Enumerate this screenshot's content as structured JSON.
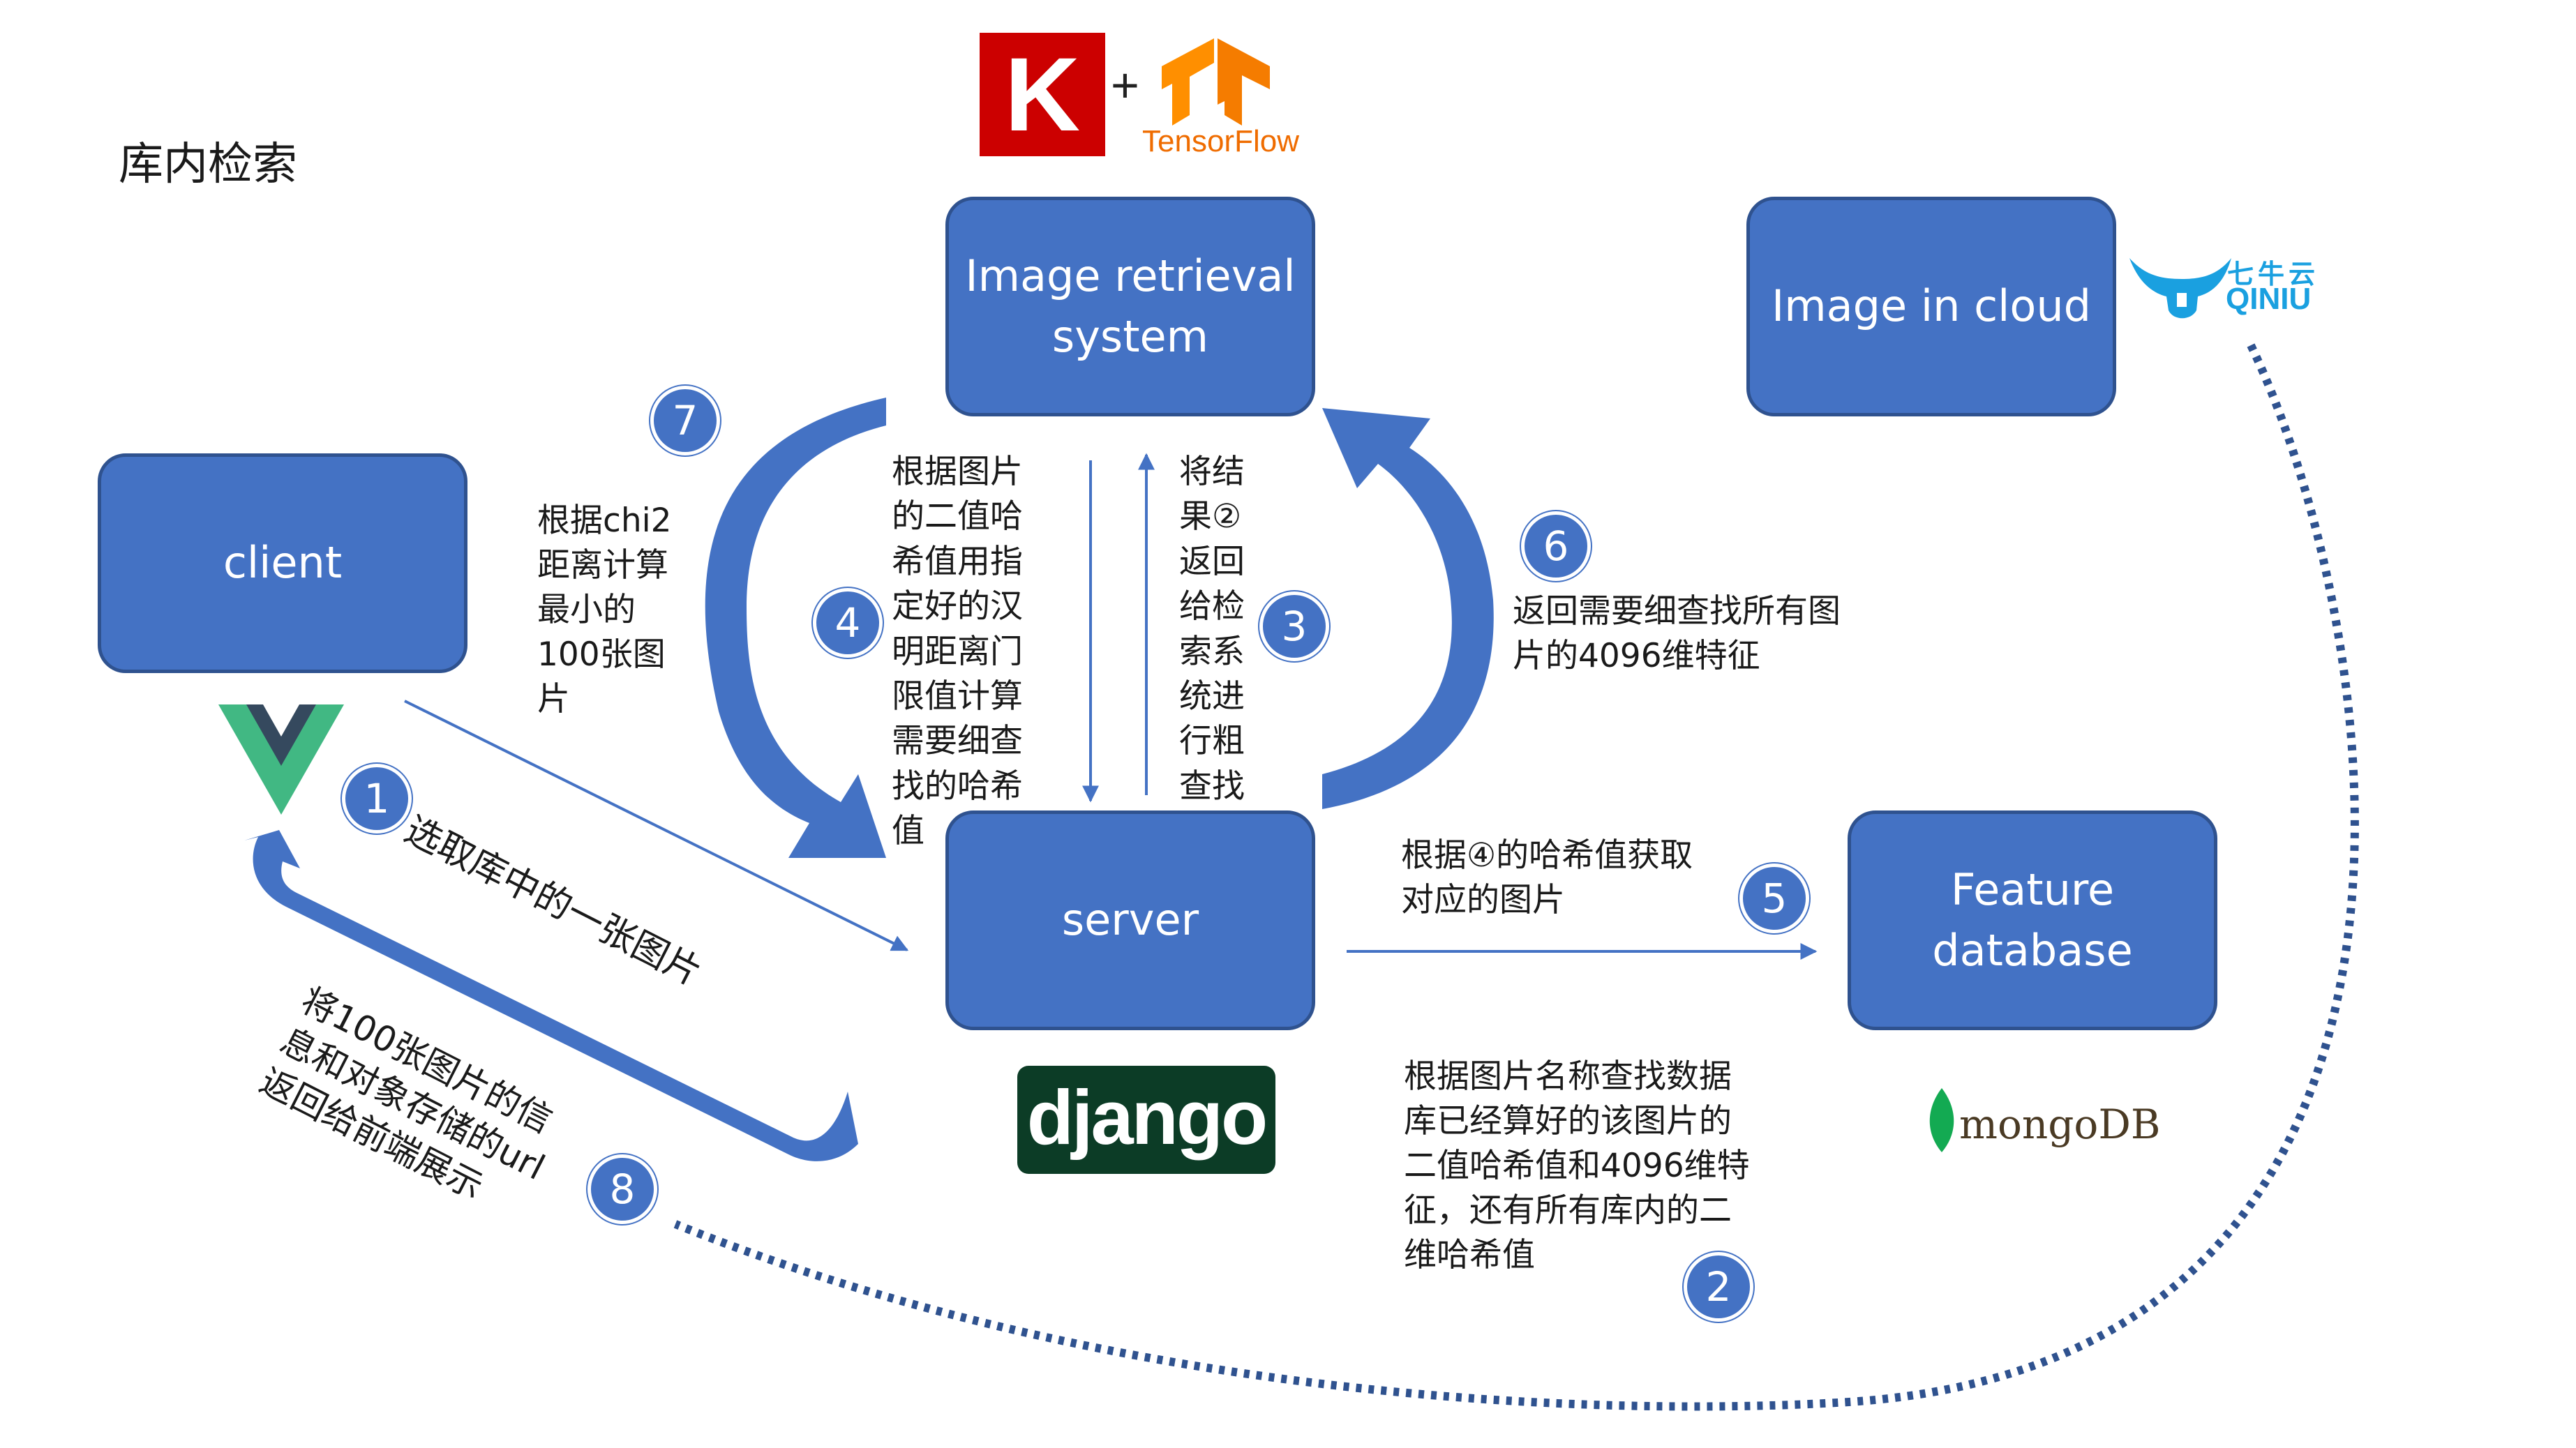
{
  "title": "库内检索",
  "nodes": {
    "image_retrieval": "Image retrieval\nsystem",
    "image_cloud": "Image in cloud",
    "client": "client",
    "server": "server",
    "feature_db": "Feature\ndatabase"
  },
  "logos": {
    "keras_letter": "K",
    "plus": "+",
    "tensorflow": "TensorFlow",
    "django": "django",
    "mongodb": "mongoDB",
    "qiniu_cn": "七牛云",
    "qiniu_en": "QINIU"
  },
  "steps": [
    {
      "num": "1",
      "text": "选取库中的一张图片"
    },
    {
      "num": "2",
      "text": "根据图片名称查找数据\n库已经算好的该图片的\n二值哈希值和4096维特\n征，还有所有库内的二\n维哈希值"
    },
    {
      "num": "3",
      "text": "将结\n果②\n返回\n给检\n索系\n统进\n行粗\n查找"
    },
    {
      "num": "4",
      "text": "根据图片\n的二值哈\n希值用指\n定好的汉\n明距离门\n限值计算\n需要细查\n找的哈希\n值"
    },
    {
      "num": "5",
      "text": "根据④的哈希值获取\n对应的图片"
    },
    {
      "num": "6",
      "text": "返回需要细查找所有图\n片的4096维特征"
    },
    {
      "num": "7",
      "text": "根据chi2\n距离计算\n最小的\n100张图\n片"
    },
    {
      "num": "8",
      "text": "将100张图片的信\n息和对象存储的url\n返回给前端展示"
    }
  ],
  "colors": {
    "box_fill": "#4472c4",
    "box_border": "#2f528f",
    "arrow": "#4472c4",
    "dotted": "#2f528f",
    "keras": "#cc0000",
    "tensorflow": "#ef6c00",
    "django": "#0c3c26",
    "vue_green": "#41b883",
    "vue_dark": "#35495e",
    "qiniu": "#1aa0e0",
    "mongodb_leaf": "#13aa52"
  }
}
